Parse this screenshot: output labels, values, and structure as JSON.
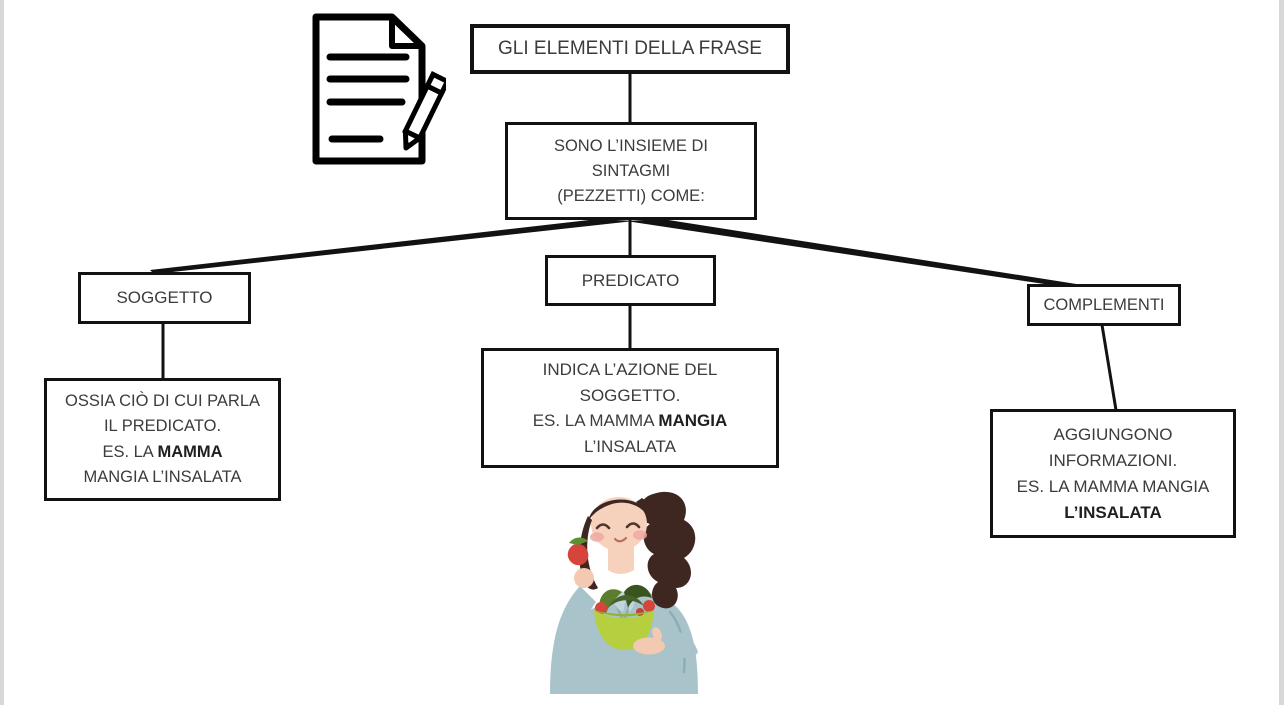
{
  "page": {
    "background": "#ffffff",
    "frame_color": "#d8d8da",
    "line_color": "#121212",
    "text_color": "#3c3c3c"
  },
  "diagram": {
    "root": {
      "title": "GLI ELEMENTI DELLA FRASE"
    },
    "definition": {
      "lines": [
        "SONO L’INSIEME DI",
        "SINTAGMI",
        "(PEZZETTI) COME:"
      ]
    },
    "branches": [
      {
        "label": "SOGGETTO",
        "desc_lines": [
          {
            "pre": "OSSIA CIÒ DI CUI PARLA",
            "bold": "",
            "post": ""
          },
          {
            "pre": "IL PREDICATO.",
            "bold": "",
            "post": ""
          },
          {
            "pre": "ES. LA ",
            "bold": "MAMMA",
            "post": ""
          },
          {
            "pre": "MANGIA L’INSALATA",
            "bold": "",
            "post": ""
          }
        ]
      },
      {
        "label": "PREDICATO",
        "desc_lines": [
          {
            "pre": "INDICA L’AZIONE DEL",
            "bold": "",
            "post": ""
          },
          {
            "pre": "SOGGETTO.",
            "bold": "",
            "post": ""
          },
          {
            "pre": "ES. LA MAMMA ",
            "bold": "MANGIA",
            "post": ""
          },
          {
            "pre": "L’INSALATA",
            "bold": "",
            "post": ""
          }
        ]
      },
      {
        "label": "COMPLEMENTI",
        "desc_lines": [
          {
            "pre": "AGGIUNGONO",
            "bold": "",
            "post": ""
          },
          {
            "pre": "INFORMAZIONI.",
            "bold": "",
            "post": ""
          },
          {
            "pre": "ES. LA MAMMA MANGIA",
            "bold": "",
            "post": ""
          },
          {
            "pre": "",
            "bold": "L’INSALATA",
            "post": ""
          }
        ]
      }
    ]
  },
  "icons": {
    "document_pencil": "document-with-pencil-icon",
    "illustration": "woman-eating-salad"
  },
  "illustration": {
    "colors": {
      "hair": "#3f2721",
      "skin": "#f6d2bc",
      "hand": "#f3c9b1",
      "blush": "#efa9a3",
      "top": "#a9c3cb",
      "top_shade": "#8fadb6",
      "collar": "#c2d5da",
      "bowl": "#b5cf3e",
      "bowl_shade": "#93b32c",
      "leaf_light": "#5d7d2e",
      "leaf_dark": "#3a5420",
      "berry": "#d6453c",
      "berry_leaf": "#5d8f35",
      "mouth": "#bc6e5e"
    }
  }
}
